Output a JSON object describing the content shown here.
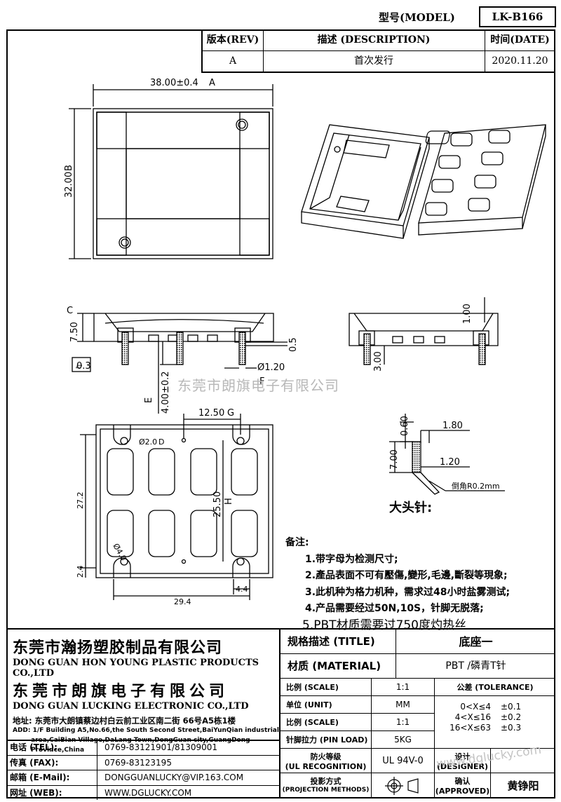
{
  "header": {
    "model_label": "型号(MODEL)",
    "part_no": "LK-B166"
  },
  "revision": {
    "headers": [
      "版本(REV)",
      "描述 (DESCRIPTION)",
      "时间(DATE)"
    ],
    "rows": [
      [
        "A",
        "首次发行",
        "2020.11.20"
      ]
    ]
  },
  "dims": {
    "width": "38.00±0.4",
    "width_tag": "A",
    "height": "32.00",
    "height_tag": "B",
    "side_height": "7.50",
    "side_tag": "C",
    "flat": "0.3",
    "pin_len": "4.00±0.2",
    "pin_tag": "E",
    "pin_dia": "Ø1.20",
    "pin_dia_tag": "F",
    "pin_gap": "0.5",
    "side2_top": "1.00",
    "side2_pin": "3.00",
    "pitch": "12.50",
    "pitch_tag": "G",
    "hole": "Ø2.0",
    "hole_tag": "D",
    "span": "25.50",
    "span_tag": "H",
    "total_h": "27.2",
    "bot": "2.4",
    "hole2": "Ø4.0",
    "w_total": "29.4",
    "edge": "4.4",
    "pin_a": "0.60",
    "pin_b": "1.80",
    "pin_c": "7.00",
    "pin_d": "1.20",
    "chamfer": "倒角R0.2mm",
    "pin_title": "大头针:"
  },
  "watermark": "东莞市朗旗电子有限公司",
  "notes": {
    "title": "备注:",
    "items": [
      "1.带字母为检测尺寸;",
      "2.產品表面不可有壓傷,變形,毛邊,斷裂等現象;",
      "3.此机种为格力机种，需求过48小时盐雾测试;",
      "4.产品需要经过50N,10S，针脚无脱落;",
      "5.PBT材质需要过750度灼热丝"
    ]
  },
  "company": {
    "cn1": "东莞市瀚扬塑胶制品有限公司",
    "en1": "DONG GUAN HON YOUNG PLASTIC PRODUCTS CO.,LTD",
    "cn2": "东莞市朗旗电子有限公司",
    "en2": "DONG GUAN LUCKING ELECTRONIC CO.,LTD",
    "addr_cn": "地址: 东莞市大朗镇蔡边村白云前工业区南二街 66号A5栋1楼",
    "addr_en1": "ADD: 1/F Building A5,No.66,the South Second Street,BaiYunQian industrial",
    "addr_en2": "area,CaiBian Village,DaLang Town,DongGuan city,GuangDong Province,China"
  },
  "contact": [
    {
      "label": "电话 (TEL):",
      "value": "0769-83121901/81309001"
    },
    {
      "label": "传真 (FAX):",
      "value": "0769-83123195"
    },
    {
      "label": "邮箱 (E-Mail):",
      "value": "DONGGUANLUCKY@VIP.163.COM"
    },
    {
      "label": "网址 (WEB):",
      "value": "WWW.DGLUCKY.COM"
    }
  ],
  "title_block": {
    "title_label": "规格描述 (TITLE)",
    "title_value": "底座一",
    "material_label": "材质 (MATERIAL)",
    "material_value": "PBT /磷青T针",
    "scale_label": "比例 (SCALE)",
    "scale_value": "1:1",
    "unit_label": "单位 (UNIT)",
    "unit_value": "MM",
    "scale2_label": "比例 (SCALE)",
    "scale2_value": "1:1",
    "load_label": "针脚拉力 (PIN LOAD)",
    "load_value": "5KG",
    "fire_label": "防火等级",
    "fire_label2": "(UL RECOGNITION)",
    "fire_value": "UL 94V-0",
    "proj_label": "投影方式",
    "proj_label2": "(PROJECTION METHODS)",
    "tol_label": "公差 (TOLERANCE)",
    "tol_rows": [
      [
        "0<X≤4",
        "±0.1"
      ],
      [
        "4<X≤16",
        "±0.2"
      ],
      [
        "16<X≤63",
        "±0.3"
      ]
    ],
    "designer_label": "设计",
    "designer_label2": "(DESIGNER)",
    "approved_label": "确认",
    "approved_label2": "(APPROVED)",
    "approved_value": "黄铮阳",
    "site_watermark": "www.dglucky.com"
  }
}
